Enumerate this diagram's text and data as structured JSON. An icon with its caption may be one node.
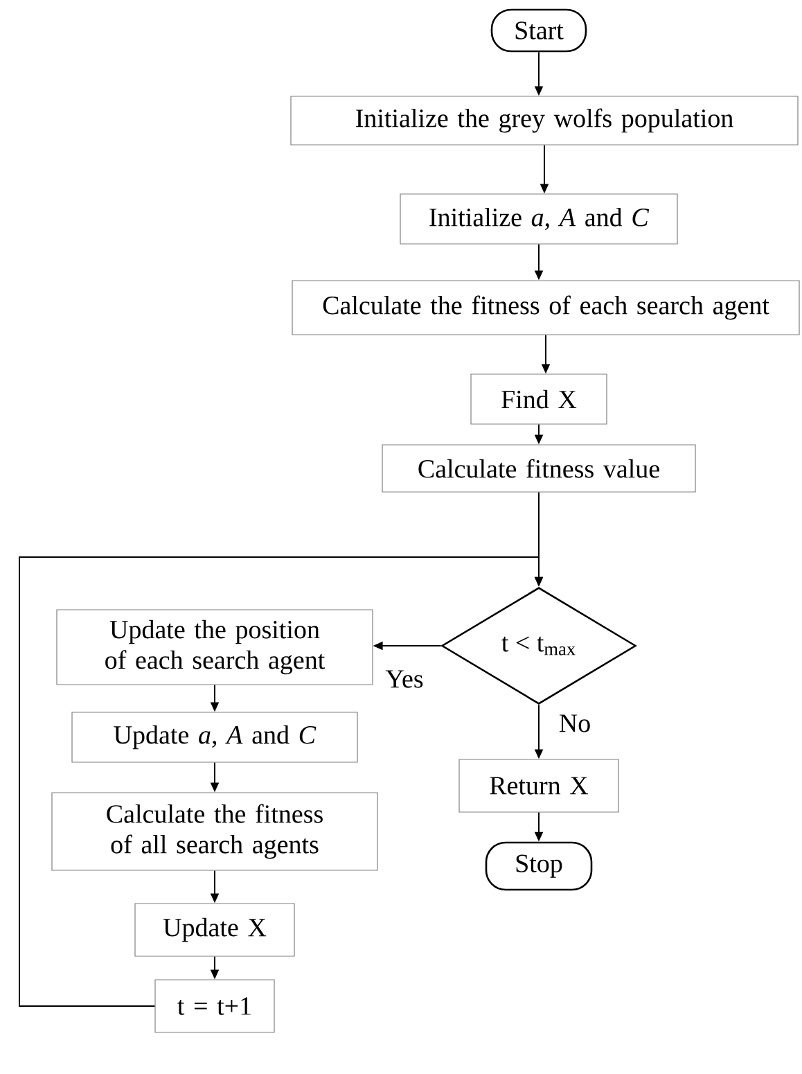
{
  "diagram": {
    "nodes": [
      {
        "text": [
          "Start"
        ]
      },
      {
        "text": [
          "Initialize the grey wolfs population"
        ]
      },
      {
        "text": [
          "Initialize *a*, *A* and *C*"
        ]
      },
      {
        "text": [
          "Calculate the fitness of each search agent"
        ]
      },
      {
        "text": [
          "Find X"
        ]
      },
      {
        "text": [
          "Calculate fitness value"
        ]
      },
      {
        "text": [
          "t < t$_{max}$"
        ]
      },
      {
        "text": [
          "Update the position of each search agent"
        ]
      },
      {
        "text": [
          "Update *a*, *A* and *C*"
        ]
      },
      {
        "text": [
          "Calculate the fitness of all search agents"
        ]
      },
      {
        "text": [
          "Update X"
        ]
      },
      {
        "text": [
          "t = t+1"
        ]
      },
      {
        "text": [
          "Return X"
        ]
      },
      {
        "text": [
          "Stop"
        ]
      }
    ],
    "edges": [
      {
        "from": 0,
        "to": 1,
        "arrow": "to"
      },
      {
        "from": 1,
        "to": 2,
        "arrow": "to"
      },
      {
        "from": 2,
        "to": 3,
        "arrow": "to"
      },
      {
        "from": 3,
        "to": 4,
        "arrow": "to"
      },
      {
        "from": 4,
        "to": 5,
        "arrow": "to"
      },
      {
        "from": 5,
        "to": 6,
        "arrow": "to"
      },
      {
        "from": 6,
        "to": 7,
        "label": "Yes",
        "arrow": "to"
      },
      {
        "from": 7,
        "to": 8,
        "arrow": "to"
      },
      {
        "from": 8,
        "to": 9,
        "arrow": "to"
      },
      {
        "from": 9,
        "to": 10,
        "arrow": "to"
      },
      {
        "from": 10,
        "to": 11,
        "arrow": "to"
      },
      {
        "from": 11,
        "to": 6,
        "arrow": "to"
      },
      {
        "from": 6,
        "to": 12,
        "label": "No",
        "arrow": "to"
      },
      {
        "from": 12,
        "to": 13,
        "arrow": "to"
      }
    ]
  }
}
